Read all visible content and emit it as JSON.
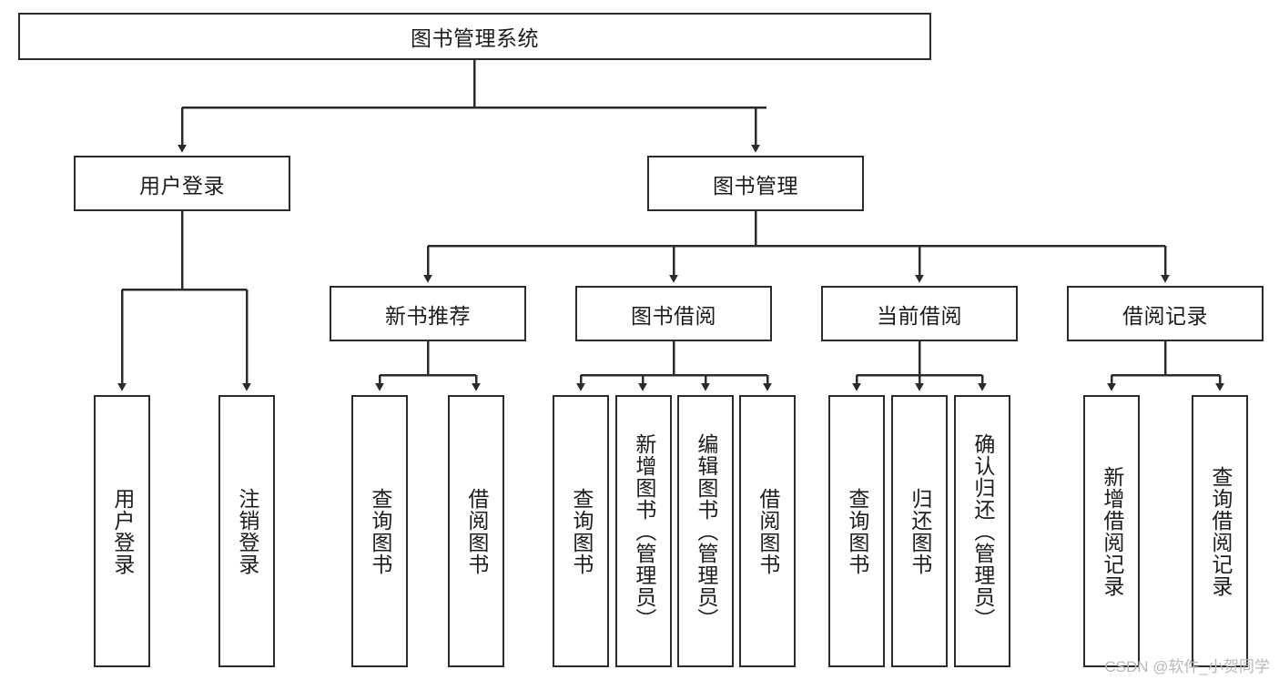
{
  "diagram": {
    "title": "图书管理系统",
    "type": "tree-hierarchy",
    "watermark": "CSDN @软件_小贺同学",
    "colors": {
      "stroke": "#2b2b2b",
      "fill": "#ffffff",
      "text": "#1c1c1c",
      "watermark": "#b9b9b9"
    },
    "levels": {
      "root": {
        "label": "图书管理系统"
      },
      "level2": [
        {
          "label": "用户登录"
        },
        {
          "label": "图书管理"
        }
      ],
      "level3": [
        {
          "label": "新书推荐"
        },
        {
          "label": "图书借阅"
        },
        {
          "label": "当前借阅"
        },
        {
          "label": "借阅记录"
        }
      ],
      "leaves": {
        "user_login": [
          {
            "label": "用户登录"
          },
          {
            "label": "注销登录"
          }
        ],
        "new_book_recommend": [
          {
            "label": "查询图书"
          },
          {
            "label": "借阅图书"
          }
        ],
        "book_borrow": [
          {
            "label": "查询图书"
          },
          {
            "label": "新增图书（管理员）"
          },
          {
            "label": "编辑图书（管理员）"
          },
          {
            "label": "借阅图书"
          }
        ],
        "current_borrow": [
          {
            "label": "查询图书"
          },
          {
            "label": "归还图书"
          },
          {
            "label": "确认归还（管理员）"
          }
        ],
        "borrow_record": [
          {
            "label": "新增借阅记录"
          },
          {
            "label": "查询借阅记录"
          }
        ]
      }
    }
  }
}
